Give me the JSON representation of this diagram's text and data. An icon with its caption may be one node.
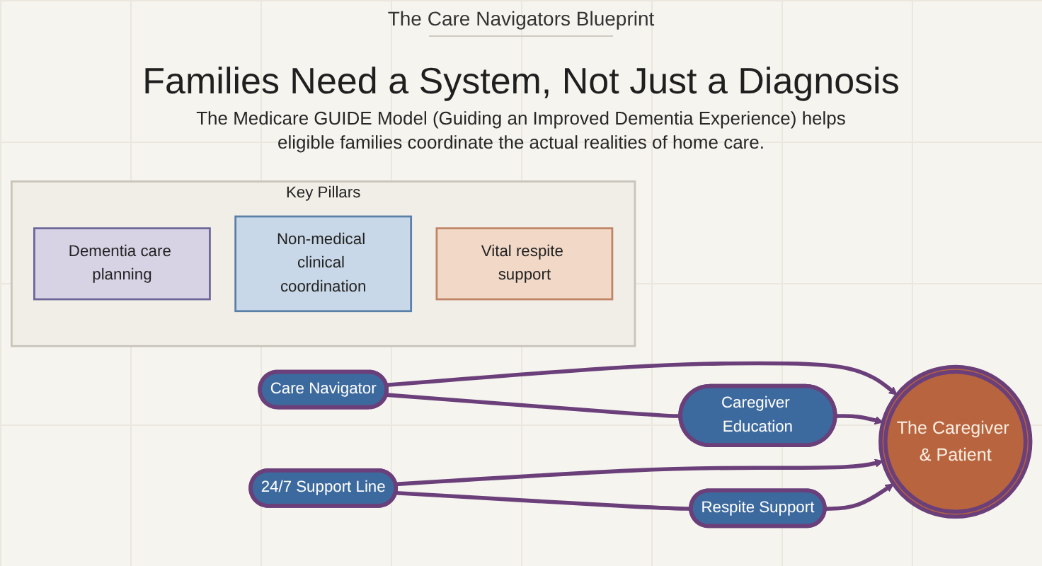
{
  "diagram": {
    "title": "Families Need a System, Not Just a Diagnosis",
    "nodes": [
      {
        "text": [
          "Care Navigator"
        ]
      },
      {
        "text": [
          "The Caregiver & Patient"
        ]
      },
      {
        "text": [
          "24/7 Support Line"
        ]
      },
      {
        "text": [
          "Caregiver Education"
        ]
      },
      {
        "text": [
          "Respite Support"
        ]
      },
      {
        "text": [
          "Key Pillars"
        ]
      },
      {
        "text": [
          "Dementia care planning"
        ],
        "in": 5
      },
      {
        "text": [
          "Non-medical clinical coordination"
        ],
        "in": 5
      },
      {
        "text": [
          "Vital respite support"
        ],
        "in": 5
      }
    ],
    "edges": [
      {
        "from": 0,
        "to": 1,
        "arrow": "to"
      },
      {
        "from": 2,
        "to": 1,
        "arrow": "to"
      },
      {
        "from": 3,
        "to": 1,
        "arrow": "to"
      },
      {
        "from": 4,
        "to": 1,
        "arrow": "to"
      },
      {
        "from": 0,
        "to": 3,
        "arrow": "none"
      },
      {
        "from": 2,
        "to": 4,
        "arrow": "none"
      }
    ],
    "labels": [
      "The Care Navigators Blueprint",
      "The Medicare GUIDE Model (Guiding an Improved Dementia Experience) helps eligible families coordinate the actual realities of home care."
    ]
  }
}
